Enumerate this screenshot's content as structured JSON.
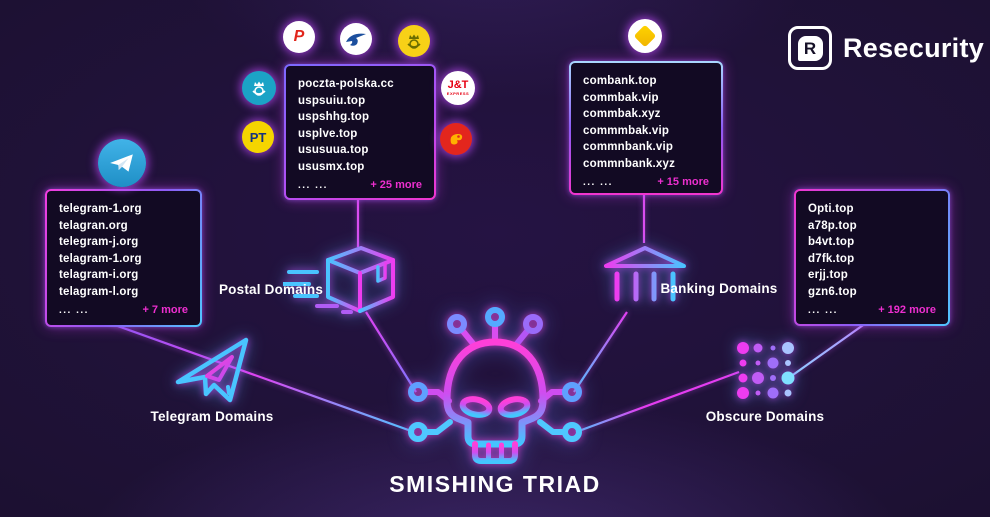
{
  "brand": {
    "name": "Resecurity",
    "logo_letter": "R"
  },
  "title": "SMISHING TRIAD",
  "groups": {
    "telegram": {
      "label": "Telegram Domains",
      "items": [
        "telegram-1.org",
        "telagran.org",
        "telegram-j.org",
        "telagram-1.org",
        "telagram-i.org",
        "telagram-l.org"
      ],
      "ellipsis": "... ...",
      "more": "+ 7 more"
    },
    "postal": {
      "label": "Postal Domains",
      "items": [
        "poczta-polska.cc",
        "uspsuiu.top",
        "uspshhg.top",
        "usplve.top",
        "ususuua.top",
        "ususmx.top"
      ],
      "ellipsis": "... ...",
      "more": "+ 25 more"
    },
    "banking": {
      "label": "Banking Domains",
      "items": [
        "combank.top",
        "commbak.vip",
        "commbak.xyz",
        "commmbak.vip",
        "commnbank.vip",
        "commnbank.xyz"
      ],
      "ellipsis": "... ...",
      "more": "+ 15 more"
    },
    "obscure": {
      "label": "Obscure Domains",
      "items": [
        "Opti.top",
        "a78p.top",
        "b4vt.top",
        "d7fk.top",
        "erjj.top",
        "gzn6.top"
      ],
      "ellipsis": "... ...",
      "more": "+ 192 more"
    }
  },
  "logos": {
    "poczta_letter": "P",
    "ctt_text": "PT",
    "jt_text": "J&T",
    "jt_subtext": "EXPRESS"
  },
  "colors": {
    "accent_magenta": "#ee2fd0",
    "accent_cyan": "#4fc8ff",
    "background": "#1d1133"
  }
}
